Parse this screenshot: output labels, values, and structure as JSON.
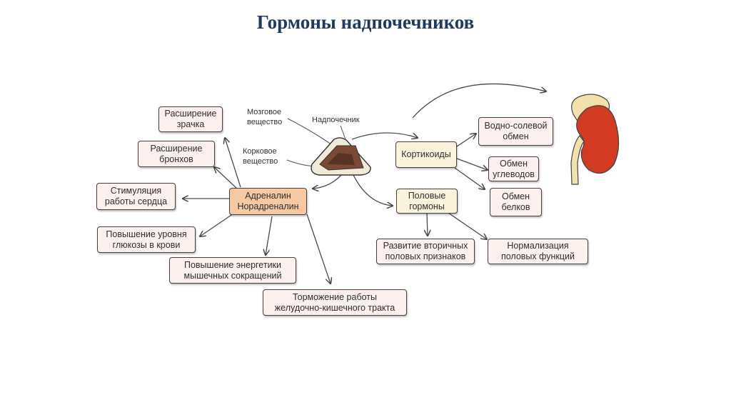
{
  "title": "Гормоны надпочечников",
  "labels": {
    "medulla": [
      "Мозговое",
      "вещество"
    ],
    "cortex": [
      "Корковое",
      "вещество"
    ],
    "gland": "Надпочечник"
  },
  "center": [
    "Адреналин",
    "Норадреналин"
  ],
  "adrenaline_effects": {
    "pupil": [
      "Расширение",
      "зрачка"
    ],
    "bronchi": [
      "Расширение",
      "бронхов"
    ],
    "heart": [
      "Стимуляция",
      "работы сердца"
    ],
    "glucose": [
      "Повышение уровня",
      "глюкозы в крови"
    ],
    "energy": [
      "Повышение энергетики",
      "мышечных сокращений"
    ],
    "gi": [
      "Торможение работы",
      "желудочно-кишечного тракта"
    ]
  },
  "corticoids": "Кортикоиды",
  "corticoid_effects": {
    "water": [
      "Водно-солевой",
      "обмен"
    ],
    "carbs": [
      "Обмен",
      "углеводов"
    ],
    "proteins": [
      "Обмен",
      "белков"
    ]
  },
  "sex_hormones": [
    "Половые",
    "гормоны"
  ],
  "sex_effects": {
    "secondary": [
      "Развитие вторичных",
      "половых признаков"
    ],
    "normalization": [
      "Нормализация",
      "половых функций"
    ]
  }
}
